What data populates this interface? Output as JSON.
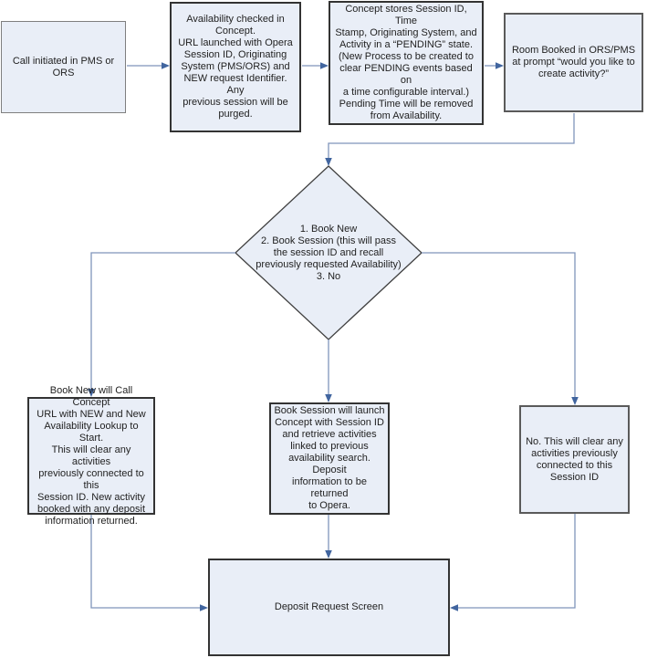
{
  "colors": {
    "canvas_bg": "#ffffff",
    "node_fill": "#e9eef7",
    "border_dark": "#333333",
    "border_gray": "#7f7f7f",
    "border_mid": "#5a5a5a",
    "connector_line": "#7f95bb",
    "arrowhead": "#41659f",
    "text_color": "#1f1f1f"
  },
  "nodes": {
    "call_initiated": {
      "label": "Call initiated in PMS or\nORS"
    },
    "availability_check": {
      "label": "Availability checked in\nConcept.\nURL launched with Opera\nSession ID, Originating\nSystem (PMS/ORS) and\nNEW request Identifier. Any\nprevious session will be\npurged."
    },
    "concept_stores": {
      "label": "Concept stores Session ID, Time\nStamp, Originating System, and\nActivity in a “PENDING” state.\n(New Process to be created to\nclear PENDING events based on\na time configurable interval.)\nPending Time will be removed\nfrom Availability."
    },
    "room_booked": {
      "label": "Room Booked in ORS/PMS\nat prompt “would you like to\ncreate activity?”"
    },
    "decision": {
      "label": "1. Book New\n2. Book Session (this will pass\nthe session ID and recall\npreviously requested Availability)\n3. No"
    },
    "book_new": {
      "label": "Book New will Call Concept\nURL with NEW and New\nAvailability Lookup to Start.\nThis will clear any activities\npreviously connected to this\nSession ID. New activity\nbooked with any deposit\ninformation returned."
    },
    "book_session": {
      "label": "Book Session will launch\nConcept with Session ID\nand retrieve activities\nlinked to previous\navailability search. Deposit\ninformation to be returned\nto Opera."
    },
    "no_clear": {
      "label": "No. This will clear any\nactivities previously\nconnected to this\nSession ID"
    },
    "deposit_request": {
      "label": "Deposit Request Screen"
    }
  }
}
